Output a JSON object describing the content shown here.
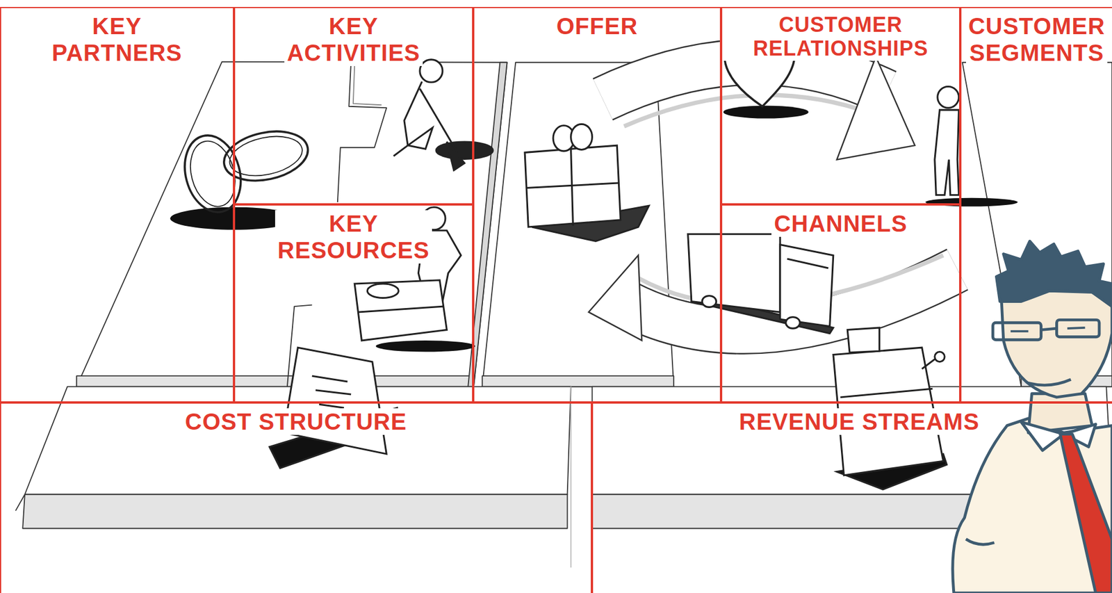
{
  "diagram": {
    "nodes": [
      {
        "text": [
          "KEY PARTNERS"
        ]
      },
      {
        "text": [
          "KEY ACTIVITIES"
        ]
      },
      {
        "text": [
          "KEY RESOURCES"
        ]
      },
      {
        "text": [
          "OFFER"
        ]
      },
      {
        "text": [
          "CUSTOMER RELATIONSHIPS"
        ]
      },
      {
        "text": [
          "CHANNELS"
        ]
      },
      {
        "text": [
          "CUSTOMER SEGMENTS"
        ]
      },
      {
        "text": [
          "COST STRUCTURE"
        ]
      },
      {
        "text": [
          "REVENUE STREAMS"
        ]
      }
    ]
  }
}
